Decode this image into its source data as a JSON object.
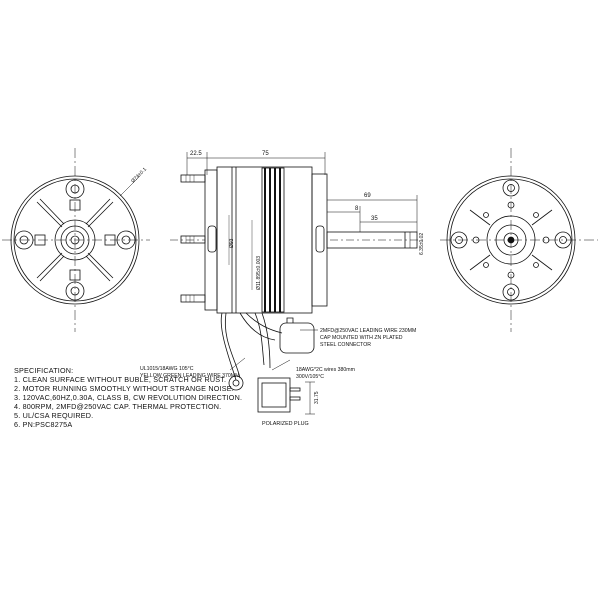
{
  "dimensions": {
    "top_left": "22.5",
    "top_total": "75",
    "diameter_flange": "Ø74±0.1",
    "shaft_69": "69",
    "shaft_8": "8",
    "shaft_35": "35",
    "body_dim": "Ø93",
    "inner_dia": "Ø11.895±0.003",
    "shaft_dia": "6.35±0.02"
  },
  "callouts": {
    "cap_line1": "2MFD@250VAC LEADING WIRE 230MM",
    "cap_line2": "CAP MOUNTED WITH ZN PLATED",
    "cap_line3": "STEEL CONNECTOR",
    "ground_line1": "UL1015/18AWG 105°C",
    "ground_line2": "YELLOW GREEN LEADING WIRE 370MM",
    "wire_line1": "18AWG*2C wires 380mm",
    "wire_line2": "300V/105°C",
    "plug_dim": "31.75",
    "plug_label": "POLARIZED PLUG"
  },
  "specification": {
    "title": "SPECIFICATION:",
    "items": [
      "1. CLEAN SURFACE WITHOUT BUBLE, SCRATCH OR RUST.",
      "2. MOTOR RUNNING SMOOTHLY WITHOUT STRANGE NOISE.",
      "3. 120VAC,60HZ,0.30A, CLASS B, CW REVOLUTION DIRECTION.",
      "4. 800RPM, 2MFD@250VAC CAP. THERMAL PROTECTION.",
      "5. UL/CSA REQUIRED.",
      "6. PN:PSC8275A"
    ]
  }
}
